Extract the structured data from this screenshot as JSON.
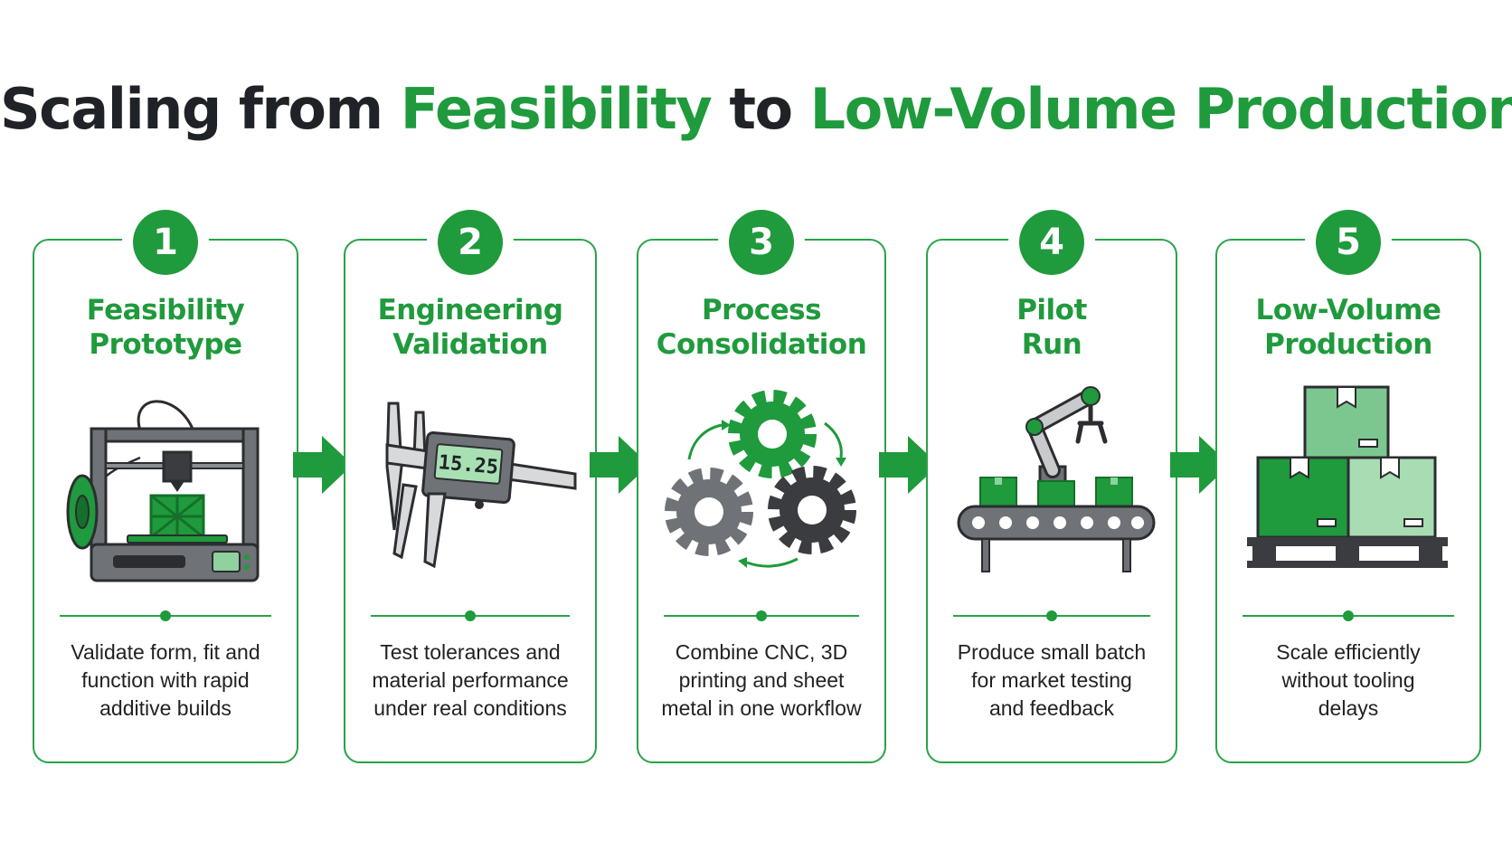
{
  "title": {
    "part1": "Scaling from ",
    "part2": "Feasibility",
    "part3": " to ",
    "part4": "Low-Volume Production"
  },
  "steps": [
    {
      "number": "1",
      "title_lines": [
        "Feasibility",
        "Prototype"
      ],
      "icon": "3d-printer-icon",
      "desc_lines": [
        "Validate form, fit and",
        "function with rapid",
        "additive builds"
      ]
    },
    {
      "number": "2",
      "title_lines": [
        "Engineering",
        "Validation"
      ],
      "icon": "digital-caliper-icon",
      "readout": "15.25",
      "desc_lines": [
        "Test tolerances and",
        "material performance",
        "under real conditions"
      ]
    },
    {
      "number": "3",
      "title_lines": [
        "Process",
        "Consolidation"
      ],
      "icon": "gears-cycle-icon",
      "desc_lines": [
        "Combine CNC, 3D",
        "printing and sheet",
        "metal in one workflow"
      ]
    },
    {
      "number": "4",
      "title_lines": [
        "Pilot",
        "Run"
      ],
      "icon": "robot-arm-conveyor-icon",
      "desc_lines": [
        "Produce small batch",
        "for market testing",
        "and feedback"
      ]
    },
    {
      "number": "5",
      "title_lines": [
        "Low-Volume",
        "Production"
      ],
      "icon": "boxes-pallet-icon",
      "desc_lines": [
        "Scale efficiently",
        "without tooling",
        "delays"
      ]
    }
  ],
  "colors": {
    "accent": "#1f9a3c",
    "border": "#2aa24a",
    "title_dark": "#1f2226",
    "gray": "#6f7276",
    "dark": "#3a3c40"
  }
}
